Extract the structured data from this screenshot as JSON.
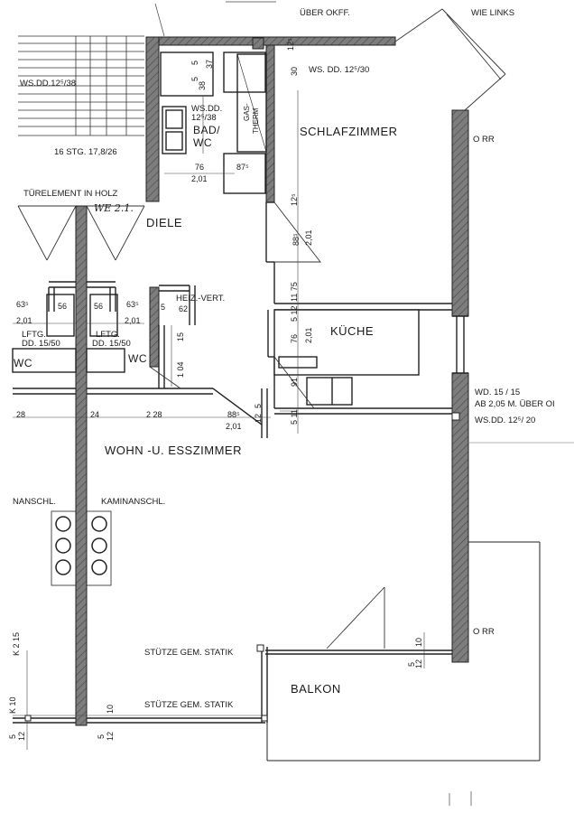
{
  "rooms": {
    "schlafzimmer": "SCHLAFZIMMER",
    "bad_line1": "BAD/",
    "bad_line2": "WC",
    "diele": "DIELE",
    "kueche": "KÜCHE",
    "wc_left": "WC",
    "wc_right": "WC",
    "wohnen": "WOHN -U. ESSZIMMER",
    "balkon": "BALKON"
  },
  "notes": {
    "top_ueber": "ÜBER OKFF.",
    "top_wie": "WIE LINKS",
    "ws_left": "WS.DD.12⁵/38",
    "ws_top": "WS. DD. 12⁵/30",
    "ws_bad": "WS.DD.",
    "ws_bad2": "12⁵/38",
    "gastherm": "GAS-",
    "gastherm2": "THERM",
    "stg": "16 STG. 17,8/26",
    "tuerelement": "TÜRELEMENT IN HOLZ",
    "we": "WE 2.1.",
    "heiz": "HEIZ.-VERT.",
    "lftg_left": "LFTG.",
    "lftg_left_dd": "DD. 15/50",
    "lftg_right": "LFTG.",
    "lftg_right_dd": "DD. 15/50",
    "rr_top": "O RR",
    "rr_bottom": "O RR",
    "wd": "WD. 15 / 15",
    "ab": "AB 2,05 M. ÜBER OI",
    "ws_kueche": "WS.DD. 12⁵/ 20",
    "anschl_left": "NANSCHL.",
    "anschl_right": "KAMINANSCHL.",
    "stuetze1": "STÜTZE GEM. STATIK",
    "stuetze2": "STÜTZE GEM. STATIK"
  },
  "dims": {
    "d_37": "37",
    "d_38": "38",
    "d_5a": "5",
    "d_5b": "5",
    "d_76_bad": "76",
    "d_201_bad": "2,01",
    "d_875": "87⁵",
    "d_30": "30",
    "d_125_top": "12⁵",
    "d_125_diele": "12⁵",
    "d_885_diele": "88⁵",
    "d_201_diele": "2,01",
    "d_11_75": "11  75",
    "d_5_12": "5  12",
    "d_76_k": "76",
    "d_201_k": "2,01",
    "d_91": "91",
    "d_5_11": "5  11",
    "d_635_l": "63⁵",
    "d_201_l": "2,01",
    "d_56_l": "56",
    "d_56_r": "56",
    "d_635_r": "63⁵",
    "d_201_r": "2,01",
    "d_62": "62",
    "d_5_heiz": "5",
    "d_15_heiz": "15",
    "d_104": "1 04",
    "d_28": "28",
    "d_24": "24",
    "d_228": "2 28",
    "d_885_w": "88⁵",
    "d_201_w": "2,01",
    "d_12_w": "12",
    "d_5_w": "5",
    "d_215": "K   2 15",
    "d_10_bal": "10",
    "d_5_bal": "5",
    "d_12_bal": "12",
    "d_k10": "K  10",
    "d_10_b": "10",
    "d_5_bl": "5",
    "d_12_bl": "12",
    "d_5_bm": "5",
    "d_12_bm": "12"
  }
}
